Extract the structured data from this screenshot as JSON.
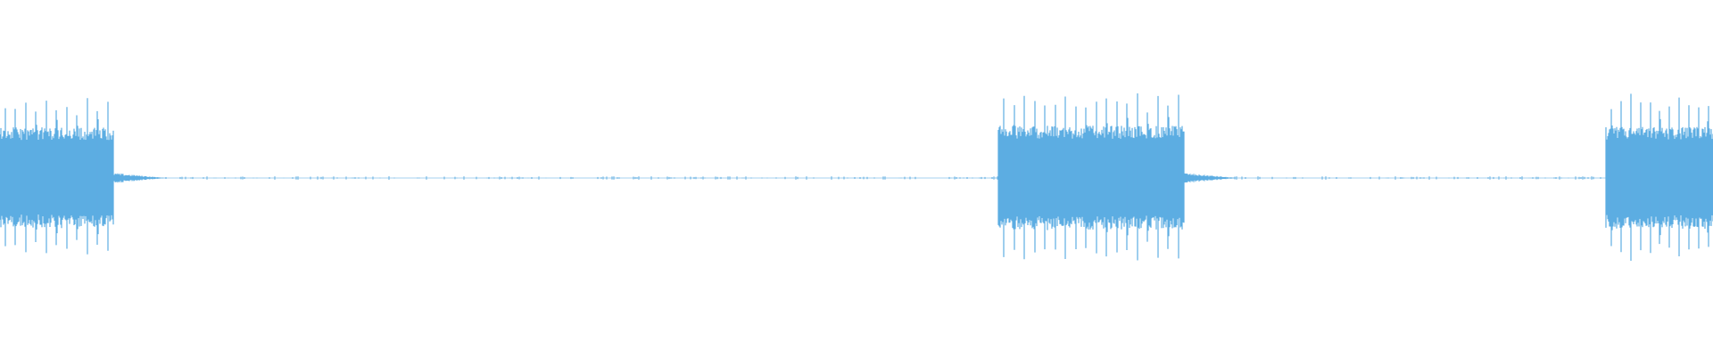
{
  "waveform": {
    "color": "#5DADE2",
    "background": "#ffffff",
    "amplitude_range": [
      -1,
      1
    ],
    "bursts": [
      {
        "start": 0.0,
        "end": 0.066,
        "cycles": 11,
        "peak": 0.97
      },
      {
        "start": 0.583,
        "end": 0.691,
        "cycles": 18,
        "peak": 1.0
      },
      {
        "start": 0.938,
        "end": 1.0,
        "cycles": 11,
        "peak": 0.98
      }
    ],
    "noise_floor": 0.02
  }
}
